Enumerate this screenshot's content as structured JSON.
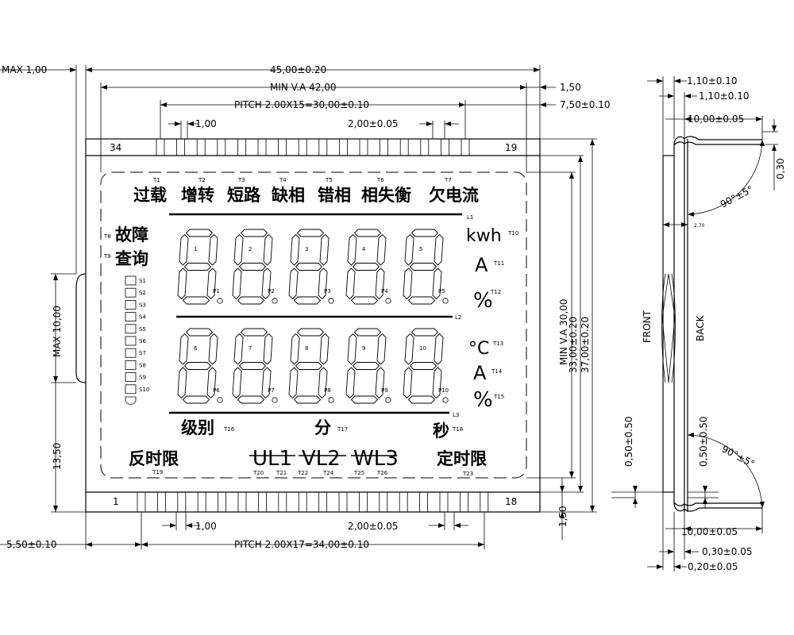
{
  "dimensions": {
    "max_1_00": "MAX 1,00",
    "width_45": "45,00±0.20",
    "min_va_42": "MIN V.A 42,00",
    "dim_1_50_top": "1,50",
    "pitch_top": "PITCH 2.00X15=30,00±0.10",
    "dim_7_50": "7,50±0.10",
    "dim_1_00_top": "1,00",
    "dim_2_00_top": "2,00±0.05",
    "max_10_00": "MAX 10,00",
    "dim_13_50": "13,50",
    "min_va_30": "MIN V.A 30,00",
    "dim_33": "33,00±0.20",
    "dim_37": "37,00±0.20",
    "dim_1_50_bottom": "1,50",
    "dim_1_00_bottom": "1,00",
    "dim_2_00_bottom": "2,00±0.05",
    "dim_5_50": "5,50±0.10",
    "pitch_bottom": "PITCH 2.00X17=34,00±0.10"
  },
  "pins": {
    "top_left": "34",
    "top_right": "19",
    "bottom_left": "1",
    "bottom_right": "18"
  },
  "top_markers": [
    "T1",
    "T2",
    "T3",
    "T4",
    "T5",
    "T6",
    "T7"
  ],
  "status_text": [
    "过载",
    "增转",
    "短路",
    "缺相",
    "错相",
    "相失衡",
    "欠电流"
  ],
  "lines": [
    "L1",
    "L2",
    "L3"
  ],
  "left_panel": {
    "t8": "T8",
    "fault": "故障",
    "t9": "T9",
    "query": "查询",
    "s_labels": [
      "S1",
      "S2",
      "S3",
      "S4",
      "S5",
      "S6",
      "S7",
      "S8",
      "S9",
      "S10"
    ]
  },
  "digits_row1": [
    "1",
    "2",
    "3",
    "4",
    "5"
  ],
  "digits_row2": [
    "6",
    "7",
    "8",
    "9",
    "10"
  ],
  "dp_row1": [
    "P1",
    "P2",
    "P3",
    "P4",
    "P5"
  ],
  "dp_row2": [
    "P6",
    "P7",
    "P8",
    "P9",
    "P10"
  ],
  "units": {
    "kwh": "kwh",
    "t10": "T10",
    "a1": "A",
    "t11": "T11",
    "pct1": "%",
    "t12": "T12",
    "degc": "°C",
    "t13": "T13",
    "a2": "A",
    "t14": "T14",
    "pct2": "%",
    "t15": "T15"
  },
  "bottom_row": {
    "level": "级别",
    "t16": "T16",
    "minute": "分",
    "t17": "T17",
    "second": "秒",
    "t18": "T18",
    "inverse": "反时限",
    "t19": "T19",
    "ul1": "UL1",
    "t20": "T20",
    "t21": "T21",
    "vl2": "VL2",
    "t22": "T22",
    "t24": "T24",
    "wl3": "WL3",
    "t25": "T25",
    "t26": "T26",
    "definite": "定时限",
    "t23": "T23"
  },
  "side": {
    "dim_1_10_a": "1,10±0.10",
    "dim_1_10_b": "1,10±0.10",
    "dim_10_top": "10,00±0.05",
    "dim_0_30_right": "0,30",
    "angle_top": "90°±5°",
    "note_2_70": "2,70",
    "front": "FRONT",
    "back": "BACK",
    "dim_0_50_a": "0,50±0.50",
    "dim_0_50_b": "0,50±0.50",
    "angle_bottom": "90°±5°",
    "dim_10_bottom": "10,00±0.05",
    "dim_0_30_bottom": "0,30±0.05",
    "dim_0_20": "0,20±0.05"
  }
}
